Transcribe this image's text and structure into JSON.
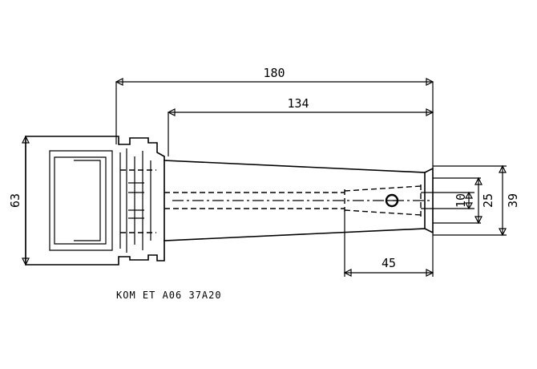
{
  "drawing": {
    "dims": {
      "total_length": "180",
      "taper_length": "134",
      "bore_depth": "45",
      "flange_dia": "63",
      "bore_dia": "10",
      "inner_dia": "25",
      "tip_dia": "39"
    },
    "caption": "KOM ET A06 37A20"
  }
}
